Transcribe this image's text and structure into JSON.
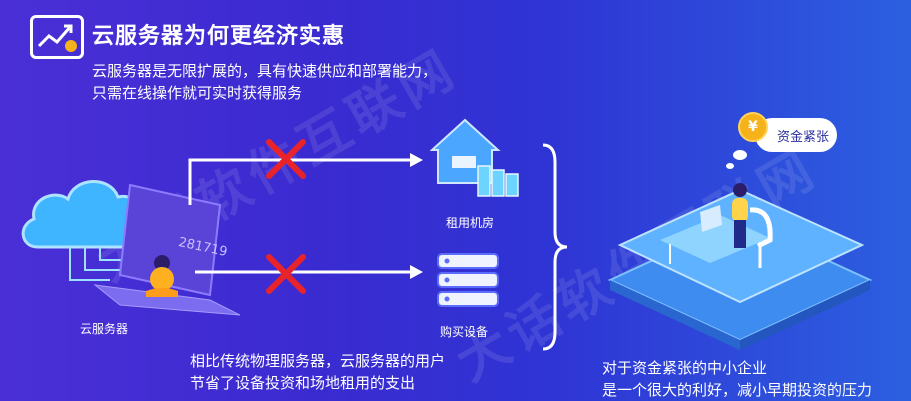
{
  "header": {
    "title": "云服务器为何更经济实惠",
    "desc_line1": "云服务器是无限扩展的，具有快速供应和部署能力，",
    "desc_line2": "只需在线操作就可实时获得服务",
    "icon": "chart-trend-icon"
  },
  "watermark": {
    "text1": "大话软件互联网",
    "text2": "大话软件互联网"
  },
  "left": {
    "cloud_label": "云服务器",
    "screen_number": "281719",
    "icon": "cloud-laptop-icon"
  },
  "options": [
    {
      "label": "租用机房",
      "icon": "house-server-icon"
    },
    {
      "label": "购买设备",
      "icon": "server-stack-icon"
    }
  ],
  "bottom_left": {
    "line1": "相比传统物理服务器，云服务器的用户",
    "line2": "节省了设备投资和场地租用的支出"
  },
  "right": {
    "bubble_text": "资金紧张",
    "coin_symbol": "¥",
    "line1": "对于资金紧张的中小企业",
    "line2": "是一个很大的利好，减小早期投资的压力"
  },
  "colors": {
    "cross": "#e8242a",
    "coin": "#f6b21a",
    "cloud": "#3fb4ff"
  }
}
